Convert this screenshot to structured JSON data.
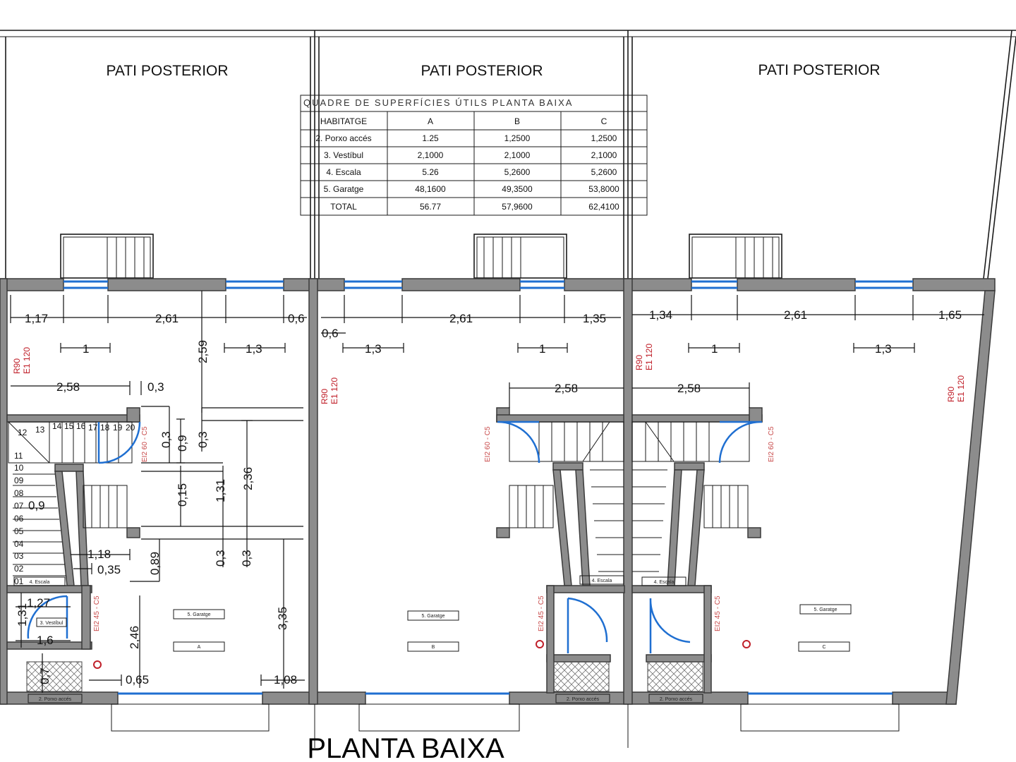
{
  "title": "PLANTA BAIXA",
  "yard_labels": [
    "PATI POSTERIOR",
    "PATI POSTERIOR",
    "PATI POSTERIOR"
  ],
  "table": {
    "heading": "QUADRE DE SUPERFÍCIES ÚTILS PLANTA BAIXA",
    "columns": [
      "HABITATGE",
      "A",
      "B",
      "C"
    ],
    "rows": [
      [
        "2. Porxo accés",
        "1.25",
        "1,2500",
        "1,2500"
      ],
      [
        "3. Vestíbul",
        "2,1000",
        "2,1000",
        "2,1000"
      ],
      [
        "4. Escala",
        "5.26",
        "5,2600",
        "5,2600"
      ],
      [
        "5. Garatge",
        "48,1600",
        "49,3500",
        "53,8000"
      ],
      [
        "TOTAL",
        "56.77",
        "57,9600",
        "62,4100"
      ]
    ]
  },
  "dimensions": {
    "a1": "1,17",
    "a2": "2,61",
    "a3": "0,6",
    "a4": "1",
    "a5": "1,3",
    "a6": "2,59",
    "a7": "2,58",
    "a8": "0,3",
    "a9": "0,3",
    "a10": "0,9",
    "a11": "0,3",
    "a12": "2,36",
    "a13": "0,15",
    "a14": "1,31",
    "a15": "0,9",
    "a16": "1,18",
    "a17": "0,35",
    "a18": "0,89",
    "a19": "0,3",
    "a20": "0,3",
    "a21": "1,27",
    "a22": "1,31",
    "a23": "1,6",
    "a24": "2,46",
    "a25": "3,35",
    "a26": "0,7",
    "a27": "0,65",
    "a28": "1,08",
    "b1": "0,6",
    "b2": "1,3",
    "b3": "2,61",
    "b4": "1,35",
    "b5": "1",
    "b6": "2,58",
    "c1": "1,34",
    "c2": "2,61",
    "c3": "1,65",
    "c4": "1",
    "c5": "1,3",
    "c6": "2,58"
  },
  "fire_ratings": {
    "wall": [
      "R90",
      "E1 120"
    ],
    "door_upper": "EI2 60 - C5",
    "door_lower": "EI2 45 - C5"
  },
  "room_tags": {
    "garage": "5. Garatge",
    "stair": "4. Escala",
    "vestibule": "3. Vestíbul",
    "porch": "2. Porxo accés",
    "unit_a": "A",
    "unit_b": "B",
    "unit_c": "C"
  },
  "stair_steps_top": [
    "12",
    "13",
    "14",
    "15",
    "16",
    "17",
    "18",
    "19",
    "20"
  ],
  "stair_steps_side": [
    "11",
    "10",
    "09",
    "08",
    "07",
    "06",
    "05",
    "04",
    "03",
    "02",
    "01"
  ]
}
